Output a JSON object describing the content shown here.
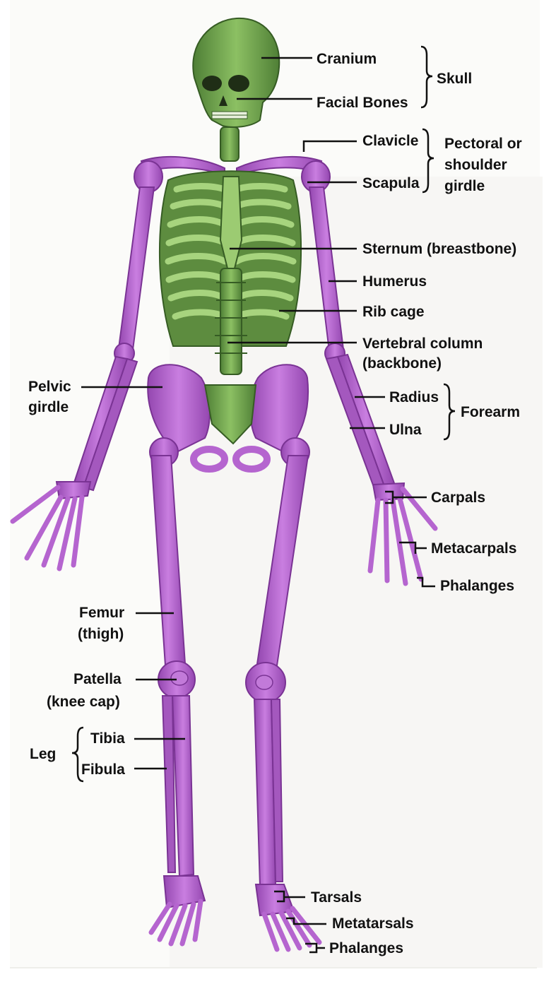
{
  "labels": {
    "cranium": "Cranium",
    "facial_bones": "Facial Bones",
    "skull": "Skull",
    "clavicle": "Clavicle",
    "scapula": "Scapula",
    "pectoral_girdle": [
      "Pectoral or",
      "shoulder",
      "girdle"
    ],
    "sternum": "Sternum (breastbone)",
    "humerus": "Humerus",
    "rib_cage": "Rib cage",
    "vertebral_column": [
      "Vertebral column",
      "(backbone)"
    ],
    "pelvic_girdle": [
      "Pelvic",
      "girdle"
    ],
    "radius": "Radius",
    "ulna": "Ulna",
    "forearm": "Forearm",
    "carpals": "Carpals",
    "metacarpals": "Metacarpals",
    "phalanges_hand": "Phalanges",
    "femur": [
      "Femur",
      "(thigh)"
    ],
    "patella": [
      "Patella",
      "(knee cap)"
    ],
    "leg": "Leg",
    "tibia": "Tibia",
    "fibula": "Fibula",
    "tarsals": "Tarsals",
    "metatarsals": "Metatarsals",
    "phalanges_foot": "Phalanges"
  },
  "colors": {
    "axial_skeleton": "#6fa04a",
    "axial_dark": "#3f6b2a",
    "appendicular_skeleton": "#b565cf",
    "appendicular_dark": "#8a3fa5",
    "leader_line": "#111111",
    "label_text": "#111111",
    "background": "#ffffff",
    "bleed_through": "#9a978e"
  }
}
